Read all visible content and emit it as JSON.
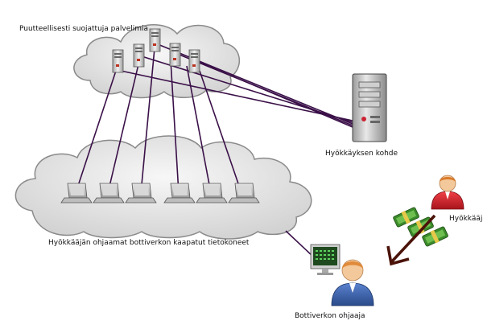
{
  "labels": {
    "servers_cloud": "Puutteellisesti suojattuja palvelimia",
    "target": "Hyökkäyksen kohde",
    "botnet": "Hyökkääjän ohjaamat bottiverkon kaapatut tietokoneet",
    "attacker": "Hyökkääjä",
    "bot_herder": "Bottiverkon ohjaaja"
  },
  "colors": {
    "link_line": "#3a1048",
    "arrow": "#4a1208",
    "cloud_fill": "#e2e2e2",
    "cloud_stroke": "#8a8a8a",
    "person_red": "#d9232d",
    "person_blue": "#3c63b0",
    "skin": "#f3c89a",
    "money": "#3a8a2a",
    "monitor_screen": "#1f4a1f"
  }
}
